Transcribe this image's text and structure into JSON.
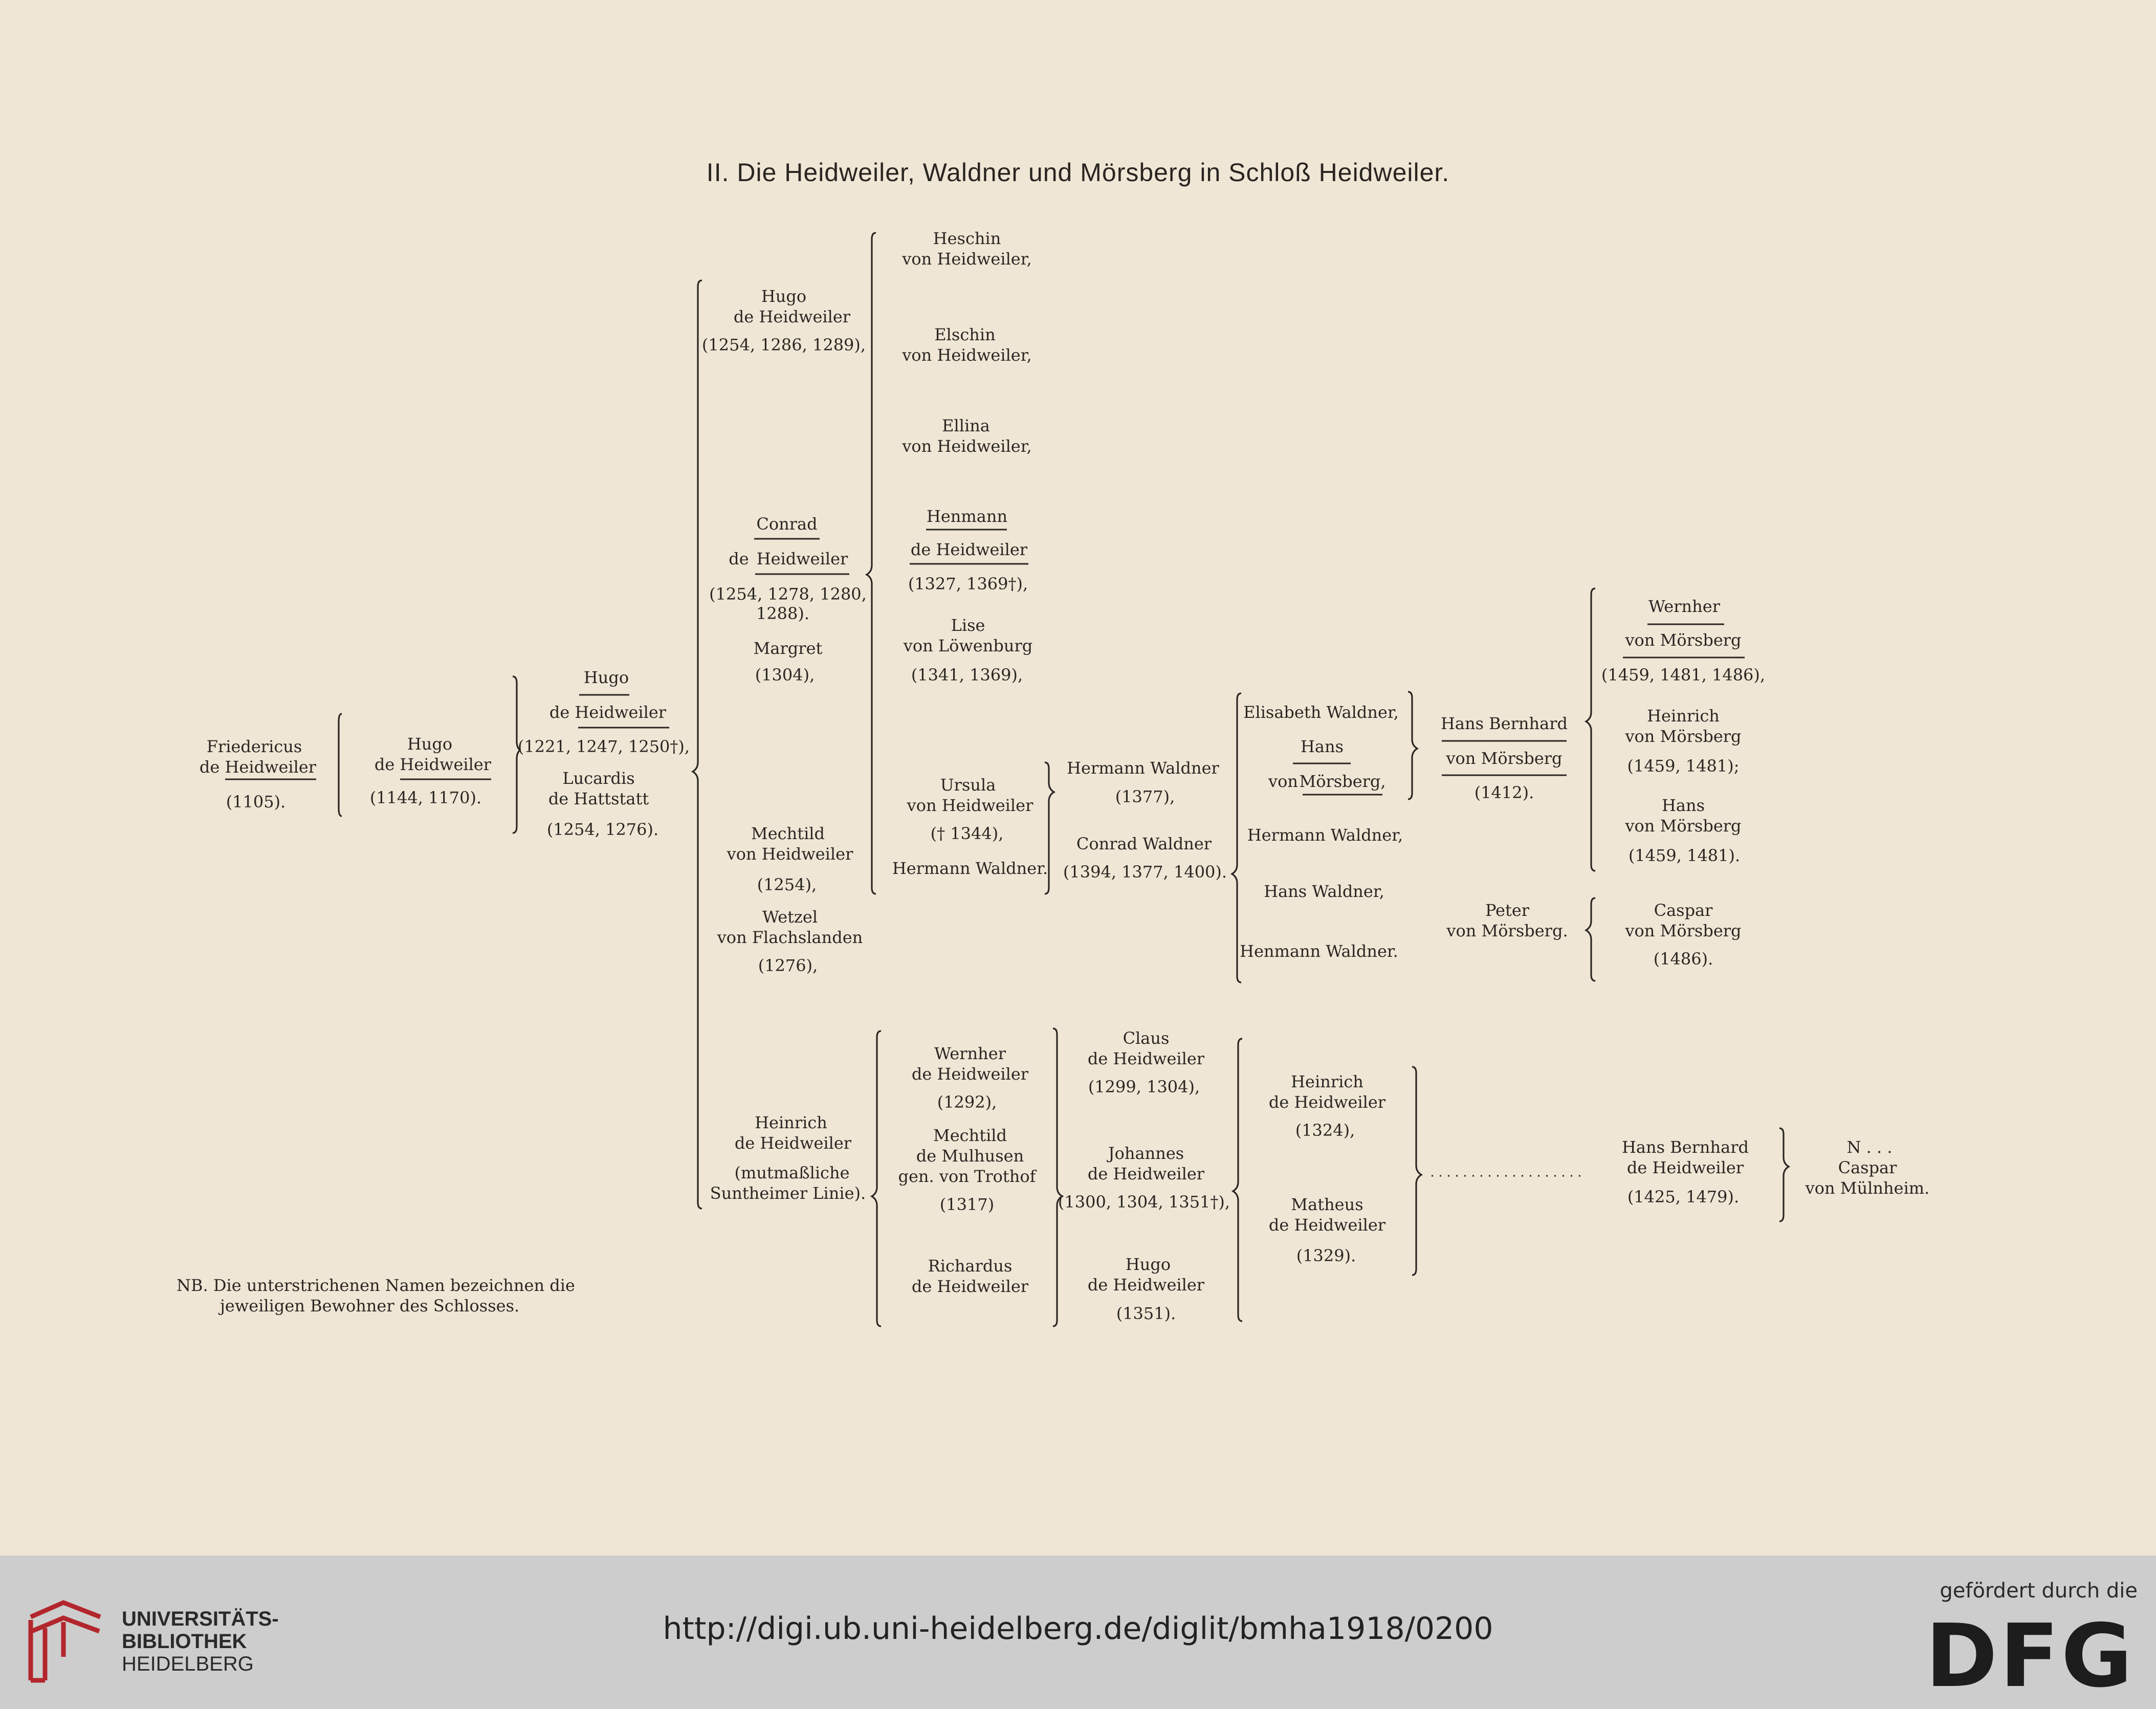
{
  "title": "II. Die Heidweiler, Waldner und Mörsberg in Schloß Heidweiler.",
  "note": {
    "line1": "NB.  Die unterstrichenen Namen bezeichnen die",
    "line2": "jeweiligen Bewohner des Schlosses."
  },
  "entries": {
    "friedericus_1": "Friedericus",
    "friedericus_2": "de Heidweiler",
    "friedericus_3": "(1105).",
    "hugo_a1": "Hugo",
    "hugo_a2": "de Heidweiler",
    "hugo_a3": "(1144, 1170).",
    "hugo_b1": "Hugo",
    "hugo_b2": "de Heidweiler",
    "hugo_b3": "(1221, 1247, 1250†),",
    "lucardis_1": "Lucardis",
    "lucardis_2": "de Hattstatt",
    "lucardis_3": "(1254, 1276).",
    "hugo_c1": "Hugo",
    "hugo_c2": "de Heidweiler",
    "hugo_c3": "(1254,  1286, 1289),",
    "conrad_1": "Conrad",
    "conrad_2a": "de",
    "conrad_2b": "Heidweiler",
    "conrad_3": "(1254,  1278,  1280,",
    "conrad_4": "1288).",
    "margret_1": "Margret",
    "margret_2": "(1304),",
    "mechtild_1": "Mechtild",
    "mechtild_2": "von Heidweiler",
    "mechtild_3": "(1254),",
    "wetzel_1": "Wetzel",
    "wetzel_2": "von Flachslanden",
    "wetzel_3": "(1276),",
    "heinrich_a1": "Heinrich",
    "heinrich_a2": "de Heidweiler",
    "heinrich_a3": "(mutmaßliche",
    "heinrich_a4": "Suntheimer Linie).",
    "heschin_1": "Heschin",
    "heschin_2": "von Heidweiler,",
    "elschin_1": "Elschin",
    "elschin_2": "von Heidweiler,",
    "ellina_1": "Ellina",
    "ellina_2": "von Heidweiler,",
    "henmann_a1": "Henmann",
    "henmann_a2": "de Heidweiler",
    "henmann_a3": "(1327, 1369†),",
    "lise_1": "Lise",
    "lise_2": "von Löwenburg",
    "lise_3": "(1341, 1369),",
    "ursula_1": "Ursula",
    "ursula_2": "von Heidweiler",
    "ursula_3": "(† 1344),",
    "hermann_a1": "Hermann Waldner.",
    "hermann_b1": "Hermann Waldner",
    "hermann_b2": "(1377),",
    "conrad_w1": "Conrad Waldner",
    "conrad_w2": "(1394, 1377, 1400).",
    "elisabeth_1": "Elisabeth Waldner,",
    "hans_a1": "Hans",
    "hans_a2a": "von",
    "hans_a2b": "Mörsberg,",
    "hermann_c1": "Hermann Waldner,",
    "hans_w1": "Hans Waldner,",
    "henmann_w1": "Henmann Waldner.",
    "hansbernhard_a1": "Hans Bernhard",
    "hansbernhard_a2": "von Mörsberg",
    "hansbernhard_a3": "(1412).",
    "peter_1": "Peter",
    "peter_2": "von Mörsberg.",
    "wernher_a1": "Wernher",
    "wernher_a2": "von Mörsberg",
    "wernher_a3": "(1459, 1481, 1486),",
    "heinrich_m1": "Heinrich",
    "heinrich_m2": "von Mörsberg",
    "heinrich_m3": "(1459, 1481);",
    "hans_m1": "Hans",
    "hans_m2": "von Mörsberg",
    "hans_m3": "(1459, 1481).",
    "caspar_m1": "Caspar",
    "caspar_m2": "von Mörsberg",
    "caspar_m3": "(1486).",
    "wernher_b1": "Wernher",
    "wernher_b2": "de Heidweiler",
    "wernher_b3": "(1292),",
    "mechtild_b1": "Mechtild",
    "mechtild_b2": "de Mulhusen",
    "mechtild_b3": "gen. von Trothof",
    "mechtild_b4": "(1317)",
    "richardus_1": "Richardus",
    "richardus_2": "de Heidweiler",
    "claus_1": "Claus",
    "claus_2": "de Heidweiler",
    "claus_3": "(1299, 1304),",
    "johannes_1": "Johannes",
    "johannes_2": "de Heidweiler",
    "johannes_3": "(1300, 1304, 1351†),",
    "hugo_d1": "Hugo",
    "hugo_d2": "de Heidweiler",
    "hugo_d3": "(1351).",
    "heinrich_b1": "Heinrich",
    "heinrich_b2": "de Heidweiler",
    "heinrich_b3": "(1324),",
    "matheus_1": "Matheus",
    "matheus_2": "de Heidweiler",
    "matheus_3": "(1329).",
    "hansbernhard_b1": "Hans Bernhard",
    "hansbernhard_b2": "de Heidweiler",
    "hansbernhard_b3": "(1425, 1479).",
    "n_1": "N . . .",
    "caspar_n1": "Caspar",
    "caspar_n2": "von Mülnheim."
  },
  "footer": {
    "library_line1": "UNIVERSITÄTS-",
    "library_line2": "BIBLIOTHEK",
    "library_line3": "HEIDELBERG",
    "url": "http://digi.ub.uni-heidelberg.de/diglit/bmha1918/0200",
    "funded_by": "gefördert durch die",
    "dfg": "DFG"
  },
  "colors": {
    "paper": "#efe6d5",
    "ink": "#2b2622",
    "footer_bg": "#cdcdcd",
    "logo_red": "#b3262d"
  }
}
